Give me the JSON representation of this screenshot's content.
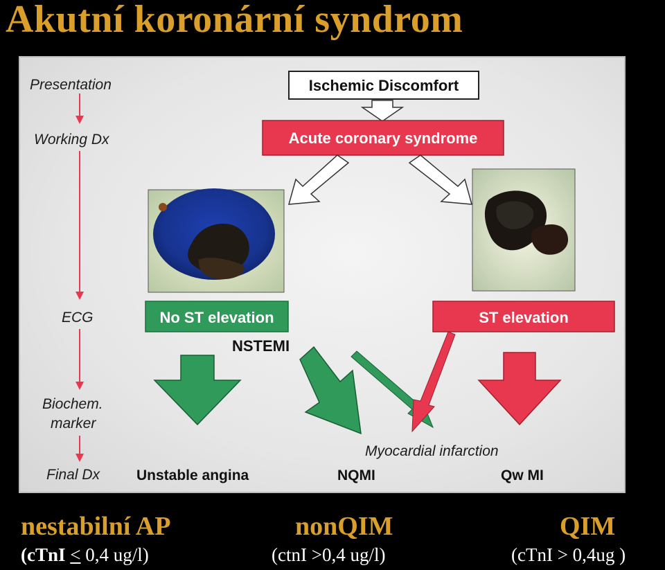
{
  "title": "Akutní koronární syndrom",
  "diagram": {
    "stages": [
      "Presentation",
      "Working Dx",
      "ECG",
      "Biochem.",
      "marker",
      "Final Dx"
    ],
    "boxes": {
      "ischemic": "Ischemic Discomfort",
      "acs": "Acute coronary syndrome",
      "no_st": "No ST elevation",
      "st": "ST elevation"
    },
    "labels": {
      "nstemi": "NSTEMI",
      "mi": "Myocardial infarction"
    },
    "outcomes": [
      "Unstable angina",
      "NQMI",
      "Qw MI"
    ]
  },
  "captions": [
    {
      "title": "nestabilní AP",
      "bold": "(cTnI",
      "le": "<",
      "rest": " 0,4 ug/l)"
    },
    {
      "title": "nonQIM",
      "bold": "",
      "le": "",
      "rest": "(ctnI  >0,4 ug/l)"
    },
    {
      "title": "QIM",
      "bold": "",
      "le": "",
      "rest": "(cTnI  > 0,4ug )"
    }
  ],
  "colors": {
    "title": "#d99f2a",
    "red": "#e8384f",
    "green": "#2f9a5a"
  }
}
